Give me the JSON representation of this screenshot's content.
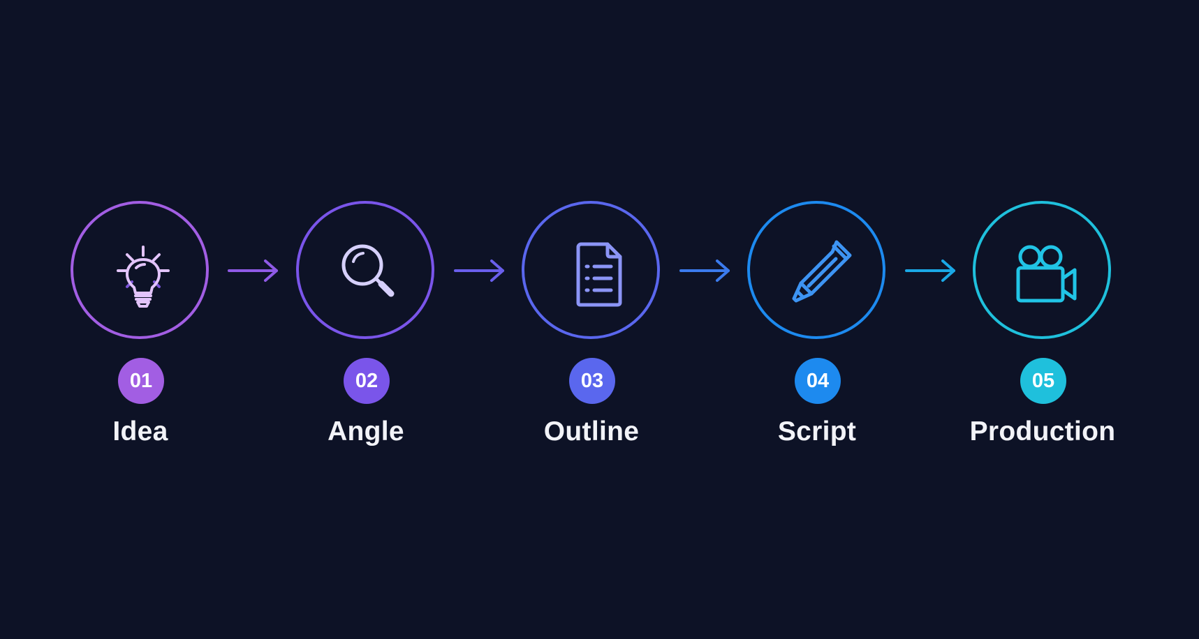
{
  "colors": {
    "background": "#0d1226",
    "label_text": "#f2f3f8"
  },
  "steps": [
    {
      "number": "01",
      "label": "Idea",
      "icon": "lightbulb-icon",
      "color": "#a25ee3"
    },
    {
      "number": "02",
      "label": "Angle",
      "icon": "magnifying-glass-icon",
      "color": "#7a55ea"
    },
    {
      "number": "03",
      "label": "Outline",
      "icon": "document-icon",
      "color": "#5a67ee"
    },
    {
      "number": "04",
      "label": "Script",
      "icon": "pencil-icon",
      "color": "#1d8aef"
    },
    {
      "number": "05",
      "label": "Production",
      "icon": "video-camera-icon",
      "color": "#1fc0dc"
    }
  ],
  "connectors": [
    {
      "icon": "arrow-right-icon",
      "color": "#8f5ae6"
    },
    {
      "icon": "arrow-right-icon",
      "color": "#6a5fec"
    },
    {
      "icon": "arrow-right-icon",
      "color": "#3b7bee"
    },
    {
      "icon": "arrow-right-icon",
      "color": "#1aa8e6"
    }
  ]
}
